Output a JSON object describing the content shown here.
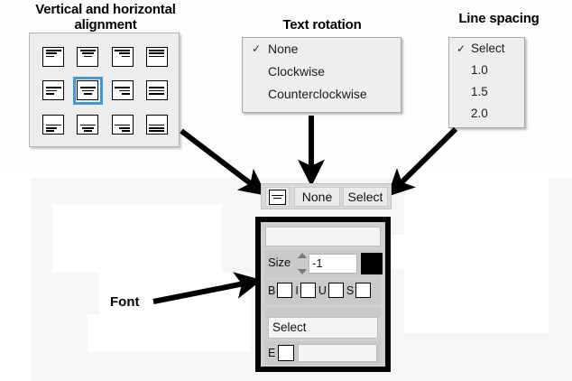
{
  "callouts": {
    "alignment_title": "Vertical and horizontal\nalignment",
    "rotation_title": "Text rotation",
    "spacing_title": "Line spacing",
    "font_label": "Font"
  },
  "alignment_grid": {
    "selected_index": 5,
    "cells": [
      {
        "name": "top-left",
        "v": "vt",
        "h": "hl"
      },
      {
        "name": "top-center",
        "v": "vt",
        "h": "hc"
      },
      {
        "name": "top-right",
        "v": "vt",
        "h": "hr"
      },
      {
        "name": "top-justify",
        "v": "vt",
        "h": "hj"
      },
      {
        "name": "middle-left",
        "v": "vm",
        "h": "hl"
      },
      {
        "name": "middle-center",
        "v": "vm",
        "h": "hc"
      },
      {
        "name": "middle-right",
        "v": "vm",
        "h": "hr"
      },
      {
        "name": "middle-justify",
        "v": "vm",
        "h": "hj"
      },
      {
        "name": "bottom-left",
        "v": "vb",
        "h": "hl"
      },
      {
        "name": "bottom-center",
        "v": "vb",
        "h": "hc"
      },
      {
        "name": "bottom-right",
        "v": "vb",
        "h": "hr"
      },
      {
        "name": "bottom-justify",
        "v": "vb",
        "h": "hj"
      }
    ]
  },
  "rotation_menu": {
    "items": [
      {
        "label": "None",
        "checked": true
      },
      {
        "label": "Clockwise",
        "checked": false
      },
      {
        "label": "Counterclockwise",
        "checked": false
      }
    ],
    "check_glyph": "✓"
  },
  "spacing_menu": {
    "items": [
      {
        "label": "Select",
        "checked": true
      },
      {
        "label": "1.0",
        "checked": false
      },
      {
        "label": "1.5",
        "checked": false
      },
      {
        "label": "2.0",
        "checked": false
      }
    ],
    "check_glyph": "✓"
  },
  "toolbar": {
    "align_button_icon": "align-middle-center-icon",
    "rotation_value": "None",
    "spacing_value": "Select"
  },
  "font_panel": {
    "font_name_value": "",
    "size_label": "Size",
    "size_value": "-1",
    "color_swatch": "#000000",
    "styles": [
      {
        "label": "B",
        "checked": false
      },
      {
        "label": "I",
        "checked": false
      },
      {
        "label": "U",
        "checked": false
      },
      {
        "label": "S",
        "checked": false
      }
    ],
    "select_value": "Select",
    "effects_label": "E",
    "effects_checked": false,
    "effects_value": ""
  },
  "colors": {
    "selection_blue": "#3f97e0",
    "panel_gray": "#efefef",
    "frame_black": "#000000"
  }
}
